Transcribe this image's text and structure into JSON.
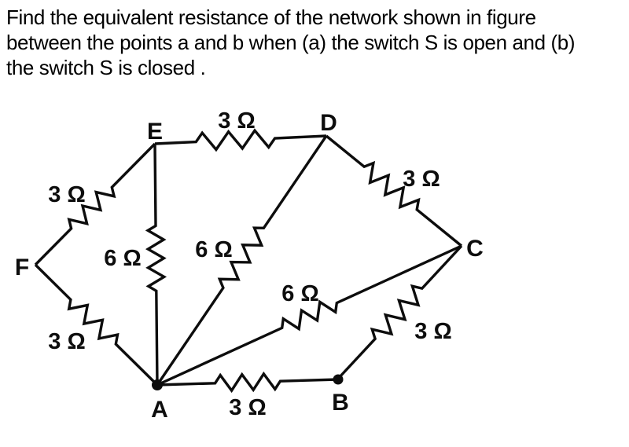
{
  "question": {
    "lines": [
      "Find the equivalent resistance of the network shown in figure",
      "between the points a and b when (a) the switch S is open and (b)",
      "the switch S is closed ."
    ]
  },
  "circuit": {
    "nodes": {
      "A": "A",
      "B": "B",
      "C": "C",
      "D": "D",
      "E": "E",
      "F": "F"
    },
    "resistors": {
      "ED": "3 Ω",
      "DC": "3 Ω",
      "CB": "3 Ω",
      "AB": "3 Ω",
      "FE": "3 Ω",
      "FA": "3 Ω",
      "EA": "6 Ω",
      "AD": "6 Ω",
      "AC": "6 Ω"
    }
  }
}
